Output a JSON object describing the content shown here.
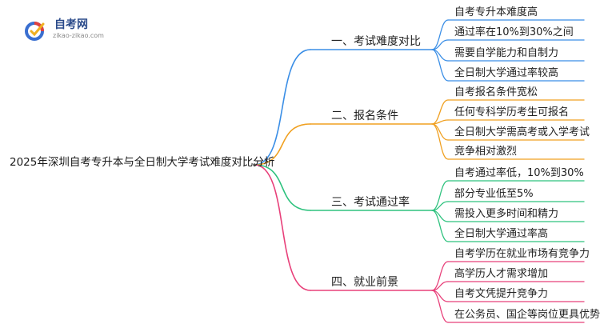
{
  "logo": {
    "title": "自考网",
    "subtitle": "zikao-zikao.com"
  },
  "mindmap": {
    "root": "2025年深圳自考专升本与全日制大学考试难度对比分析",
    "branches": [
      {
        "label": "一、考试难度对比",
        "color": "#3a8ee6",
        "leaves": [
          "自考专升本难度高",
          "通过率在10%到30%之间",
          "需要自学能力和自制力",
          "全日制大学通过率较高"
        ]
      },
      {
        "label": "二、报名条件",
        "color": "#f0a020",
        "leaves": [
          "自考报名条件宽松",
          "任何专科学历考生可报名",
          "全日制大学需高考或入学考试",
          "竞争相对激烈"
        ]
      },
      {
        "label": "三、考试通过率",
        "color": "#2ec27e",
        "leaves": [
          "自考通过率低，10%到30%",
          "部分专业低至5%",
          "需投入更多时间和精力",
          "全日制大学通过率高"
        ]
      },
      {
        "label": "四、就业前景",
        "color": "#e8407a",
        "leaves": [
          "自考学历在就业市场有竞争力",
          "高学历人才需求增加",
          "自考文凭提升竞争力",
          "在公务员、国企等岗位更具优势"
        ]
      }
    ]
  }
}
